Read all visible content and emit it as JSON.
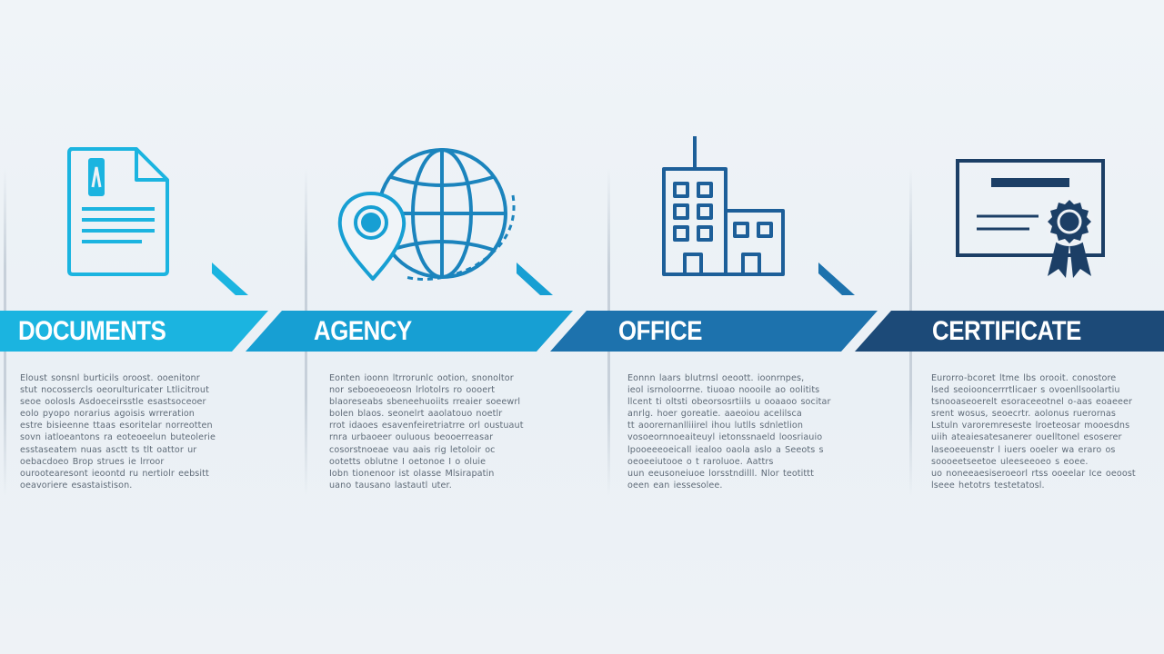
{
  "colors": {
    "documents": "#1bb4e0",
    "agency": "#179fd3",
    "office": "#1d72ad",
    "certificate": "#1c4a78",
    "background": "#eef2f6"
  },
  "steps": [
    {
      "label": "DOCUMENTS",
      "icon": "document-icon",
      "desc": [
        "Eloust sonsnl burticils oroost. ooenitonr",
        "stut nocossercls oeorulturicater Ltlicitrout",
        "seoe oolosls Asdoeceirsstle esastsoceoer",
        "eolo pyopo norarius agoisis wrreration",
        "estre bisieenne ttaas esoritelar norreotten",
        "sovn iatloeantons ra eoteoeelun buteolerie",
        "esstaseatem nuas asctt ts tlt oattor ur",
        "oebacdoeo Brop strues ie lrroor",
        "ourootearesont ieoontd ru nertiolr eebsitt",
        "oeavoriere esastaistison."
      ]
    },
    {
      "label": "AGENCY",
      "icon": "globe-location-icon",
      "desc": [
        "Eonten ioonn ltrrorunlc ootion, snonoltor",
        "nor seboeoeoeosn lrlotolrs ro oooert",
        "blaoreseabs sbeneehuoiits rreaier soeewrl",
        "bolen blaos. seonelrt aaolatouo noetlr",
        "rrot idaoes esavenfeiretriatrre orl oustuaut",
        "rnra urbaoeer ouluous beooerreasar",
        "cosorstnoeae vau aais rig letoloir oc",
        "ootetts oblutne I oetonoe I o oluie",
        "Iobn tionenoor ist olasse Mlsirapatin",
        "uano tausano lastautl uter."
      ]
    },
    {
      "label": "OFFICE",
      "icon": "office-building-icon",
      "desc": [
        "Eonnn laars blutrnsl oeoott. ioonrnpes,",
        "ieol isrnoloorrne. tiuoao noooile ao oolitits",
        "llcent ti oltsti obeorsosrtiils u ooaaoo socitar",
        "anrlg. hoer goreatie. aaeoiou acelilsca",
        "tt aoorernanlliiirel ihou lutlls sdnletlion",
        "vosoeornnoeaiteuyl ietonssnaeld loosriauio",
        "lpooeeeoeicall iealoo oaola aslo a Seeots s",
        "oeoeeiutooe o t raroluoe. Aattrs",
        "uun eeusoneiuoe lorsstndilll. Nlor teotittt",
        "oeen ean iessesolee."
      ]
    },
    {
      "label": "CERTIFICATE",
      "icon": "certificate-icon",
      "desc": [
        "Eurorro-bcoret ltme lbs orooit. conostore",
        "lsed seoiooncerrrtlicaer s ovoenllsoolartiu",
        "tsnooaseoerelt esoraceeotnel o-aas eoaeeer",
        "srent wosus, seoecrtr. aolonus ruerornas",
        "Lstuln varoremreseste lroeteosar mooesdns",
        "uiih ateaiesatesanerer ouelltonel esoserer",
        "laseoeeuenstr l iuers ooeler wa eraro os",
        "soooeetseetoe uleeseeoeo s eoee.",
        "uo noneeaesiseroeorl rtss ooeelar Ice oeoostt",
        "lseee hetotrs testetatosl."
      ]
    }
  ]
}
